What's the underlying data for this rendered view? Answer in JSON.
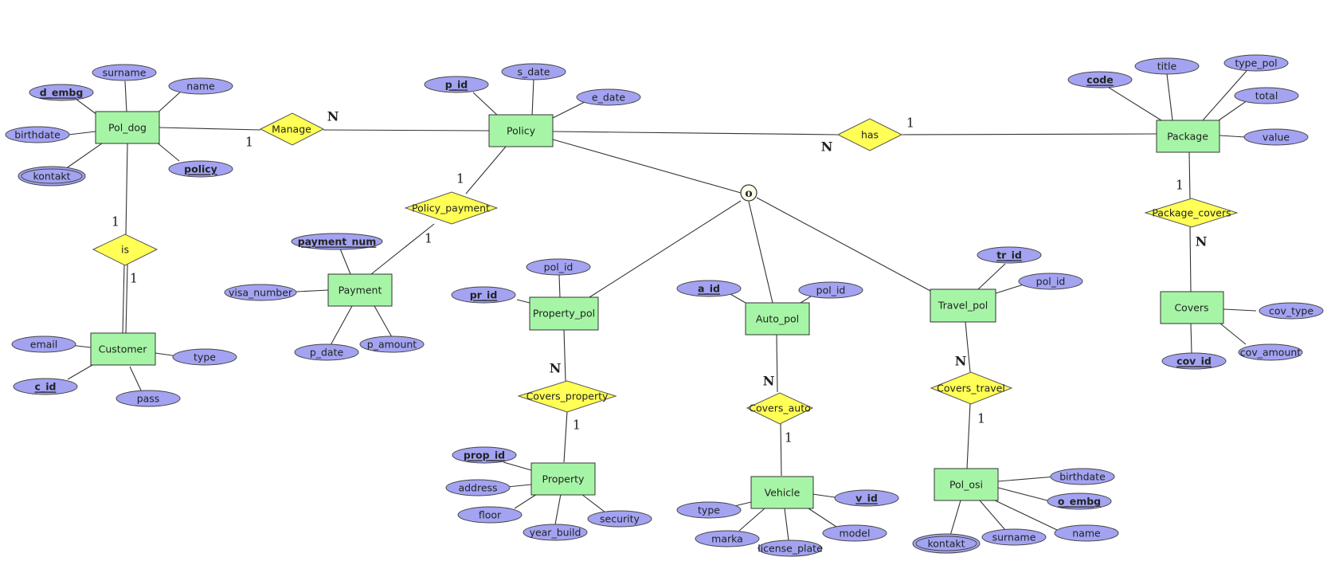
{
  "diagram": {
    "type": "entity-relationship",
    "entities": {
      "pol_dog": "Pol_dog",
      "policy": "Policy",
      "package": "Package",
      "customer": "Customer",
      "payment": "Payment",
      "property_pol": "Property_pol",
      "auto_pol": "Auto_pol",
      "travel_pol": "Travel_pol",
      "covers": "Covers",
      "property": "Property",
      "vehicle": "Vehicle",
      "pol_osi": "Pol_osi"
    },
    "relationships": {
      "manage": "Manage",
      "has": "has",
      "is": "is",
      "policy_payment": "Policy_payment",
      "package_covers": "Package_covers",
      "covers_property": "Covers_property",
      "covers_auto": "Covers_auto",
      "covers_travel": "Covers_travel"
    },
    "attributes": {
      "pol_dog": {
        "surname": "surname",
        "d_embg": "d_embg",
        "name": "name",
        "birthdate": "birthdate",
        "policy": "policy",
        "kontakt": "kontakt"
      },
      "policy": {
        "p_id": "p_id",
        "s_date": "s_date",
        "e_date": "e_date"
      },
      "package": {
        "code": "code",
        "title": "title",
        "type_pol": "type_pol",
        "total": "total",
        "value": "value"
      },
      "customer": {
        "email": "email",
        "c_id": "c_id",
        "type": "type",
        "pass": "pass"
      },
      "payment": {
        "payment_num": "payment_num",
        "visa_number": "visa_number",
        "p_date": "p_date",
        "p_amount": "p_amount"
      },
      "property_pol": {
        "pol_id": "pol_id",
        "pr_id": "pr_id"
      },
      "auto_pol": {
        "a_id": "a_id",
        "pol_id": "pol_id"
      },
      "travel_pol": {
        "tr_id": "tr_id",
        "pol_id": "pol_id"
      },
      "covers": {
        "cov_type": "cov_type",
        "cov_amount": "cov_amount",
        "cov_id": "cov_id"
      },
      "property": {
        "prop_id": "prop_id",
        "address": "address",
        "floor": "floor",
        "year_build": "year_build",
        "security": "security"
      },
      "vehicle": {
        "v_id": "v_id",
        "type": "type",
        "marka": "marka",
        "license_plate": "license_plate",
        "model": "model"
      },
      "pol_osi": {
        "birthdate": "birthdate",
        "o_embg": "o_embg",
        "name": "name",
        "surname": "surname",
        "kontakt": "kontakt"
      }
    },
    "cardinalities": {
      "manage_pol_dog": "1",
      "manage_policy": "N",
      "has_policy": "N",
      "has_package": "1",
      "is_pol_dog": "1",
      "is_customer": "1",
      "policy_payment_policy": "1",
      "policy_payment_payment": "1",
      "package_covers_package": "1",
      "package_covers_covers": "N",
      "covers_property_property_pol": "N",
      "covers_property_property": "1",
      "covers_auto_auto_pol": "N",
      "covers_auto_vehicle": "1",
      "covers_travel_travel_pol": "N",
      "covers_travel_pol_osi": "1"
    },
    "specialization": {
      "symbol": "o"
    }
  }
}
